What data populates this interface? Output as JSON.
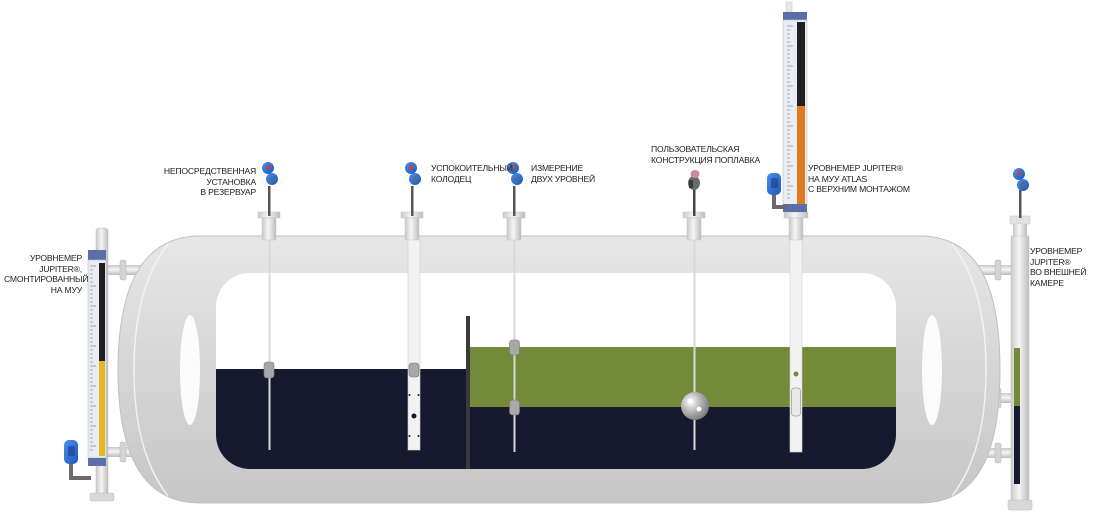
{
  "diagram": {
    "subject": "horizontal tank with level measurement options",
    "colors": {
      "tank_shell": "#d9d9d9",
      "tank_interior_empty": "#ffffff",
      "liquid_lower": "#171a2e",
      "liquid_upper": "#738a3a",
      "gauge_yellow": "#e5b820",
      "gauge_orange": "#e07a1f",
      "transmitter_blue": "#2a6fd6",
      "label_text": "#1e1e1e"
    },
    "labels": {
      "mlg_left": [
        "УРОВНЕМЕР",
        "JUPITER®,",
        "СМОНТИРОВАННЫЙ",
        "НА МУУ"
      ],
      "direct_insertion": [
        "НЕПОСРЕДСТВЕННАЯ",
        "УСТАНОВКА",
        "В РЕЗЕРВУАР"
      ],
      "stilling_well": [
        "УСПОКОИТЕЛЬНЫЙ",
        "КОЛОДЕЦ"
      ],
      "interface": [
        "ИЗМЕРЕНИЕ",
        "ДВУХ УРОВНЕЙ"
      ],
      "custom_float": [
        "ПОЛЬЗОВАТЕЛЬСКАЯ",
        "КОНСТРУКЦИЯ ПОПЛАВКА"
      ],
      "atlas_top": [
        "УРОВНЕМЕР JUPITER®",
        "НА МУУ ATLAS",
        "С ВЕРХНИМ МОНТАЖОМ"
      ],
      "external_chamber": [
        "УРОВНЕМЕР",
        "JUPITER®",
        "ВО ВНЕШНЕЙ",
        "КАМЕРЕ"
      ]
    },
    "instruments": [
      {
        "id": "mlg-left",
        "type": "side-mounted magnetic level gauge"
      },
      {
        "id": "direct-insertion",
        "type": "top-mounted probe with float"
      },
      {
        "id": "stilling-well",
        "type": "probe in stilling well"
      },
      {
        "id": "interface",
        "type": "dual-float interface probe"
      },
      {
        "id": "custom-float",
        "type": "probe with spherical float"
      },
      {
        "id": "atlas-top",
        "type": "top-mounted magnetic level gauge"
      },
      {
        "id": "external-chamber",
        "type": "external chamber gauge"
      }
    ]
  }
}
